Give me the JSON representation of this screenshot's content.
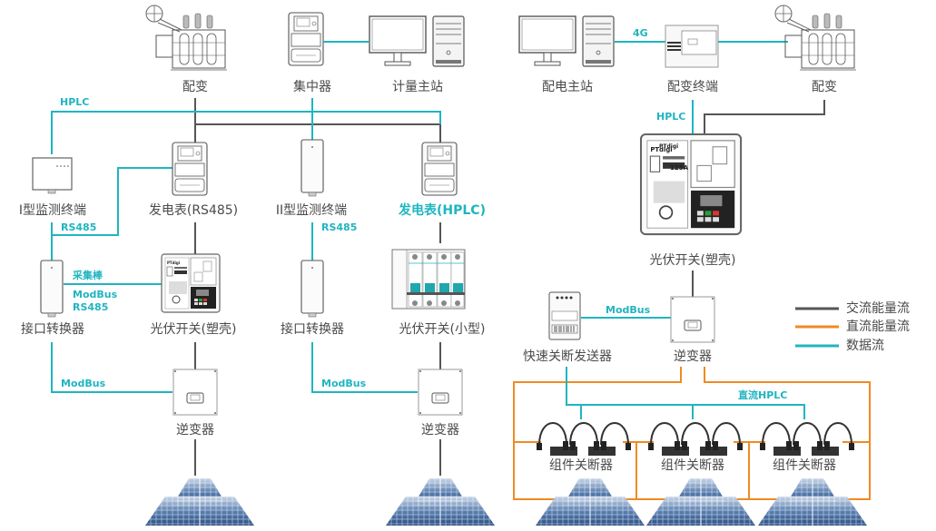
{
  "colors": {
    "ac": "#555555",
    "dc": "#f08a24",
    "data": "#1fb5c1",
    "text": "#4a4a4a"
  },
  "left_system": {
    "top_devices": {
      "transformer": "配变",
      "concentrator": "集中器",
      "metering_master": "计量主站"
    },
    "hplc_label": "HPLC",
    "branch1": {
      "type1_monitor": "I型监测终端",
      "rs485_label": "RS485",
      "interface_converter": "接口转换器",
      "collector_label": "采集棒",
      "modbus_rs485_line1": "ModBus",
      "modbus_rs485_line2": "RS485",
      "modbus_label": "ModBus",
      "meter": "发电表(RS485)",
      "pv_switch": "光伏开关(塑壳)",
      "inverter": "逆变器"
    },
    "branch2": {
      "type2_monitor": "II型监测终端",
      "rs485_label": "RS485",
      "interface_converter": "接口转换器",
      "modbus_label": "ModBus",
      "meter": "发电表(HPLC)",
      "pv_switch": "光伏开关(小型)",
      "inverter": "逆变器"
    }
  },
  "right_system": {
    "distribution_master": "配电主站",
    "link_4g": "4G",
    "distribution_terminal": "配变终端",
    "transformer": "配变",
    "hplc_label": "HPLC",
    "pv_switch": "光伏开关(塑壳)",
    "breaker_brand": "PTdigi",
    "breaker_rating": "125A",
    "rapid_shutdown_transmitter": "快速关断发送器",
    "modbus_label": "ModBus",
    "inverter": "逆变器",
    "dc_hplc_label": "直流HPLC",
    "module_shutdowns": [
      "组件关断器",
      "组件关断器",
      "组件关断器"
    ]
  },
  "legend": [
    {
      "name": "ac",
      "label": "交流能量流"
    },
    {
      "name": "dc",
      "label": "直流能量流"
    },
    {
      "name": "data",
      "label": "数据流"
    }
  ]
}
